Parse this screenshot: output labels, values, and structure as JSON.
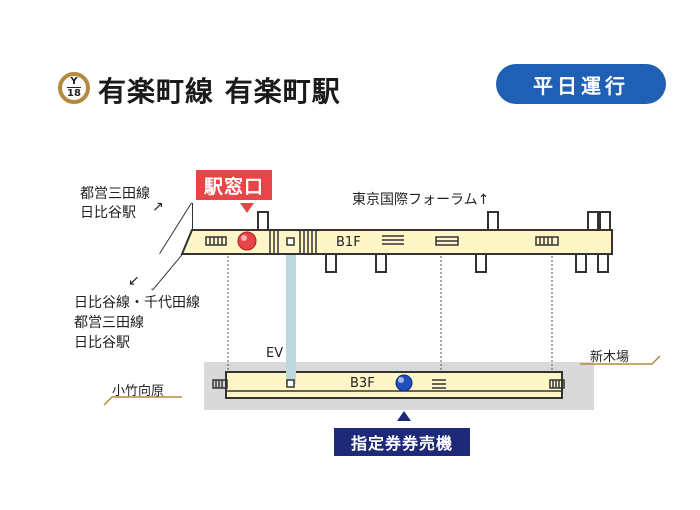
{
  "header": {
    "line_letter": "Y",
    "line_number": "18",
    "title": "有楽町線 有楽町駅",
    "service": "平日運行"
  },
  "labels": {
    "ticket_office": "駅窓口",
    "ticket_machine": "指定券券売機",
    "floor_b1": "B1F",
    "floor_b3": "B3F",
    "elevator": "EV",
    "exit_top_line1": "都営三田線",
    "exit_top_line2": "日比谷駅",
    "exit_top_arrow": "↗",
    "exit_left_arrow": "↙",
    "exit_left_line1": "日比谷線・千代田線",
    "exit_left_line2": "都営三田線",
    "exit_left_line3": "日比谷駅",
    "forum": "東京国際フォーラム↑",
    "dir_left": "小竹向原",
    "dir_right": "新木場"
  },
  "colors": {
    "line_gold": "#b38a3e",
    "service_blue": "#1f5fb4",
    "office_red": "#e74547",
    "machine_navy": "#1e2a78",
    "floor_fill": "#fff6c8",
    "platform_gray": "#d9d9d9",
    "elevator_shaft": "#bcd8dc"
  }
}
